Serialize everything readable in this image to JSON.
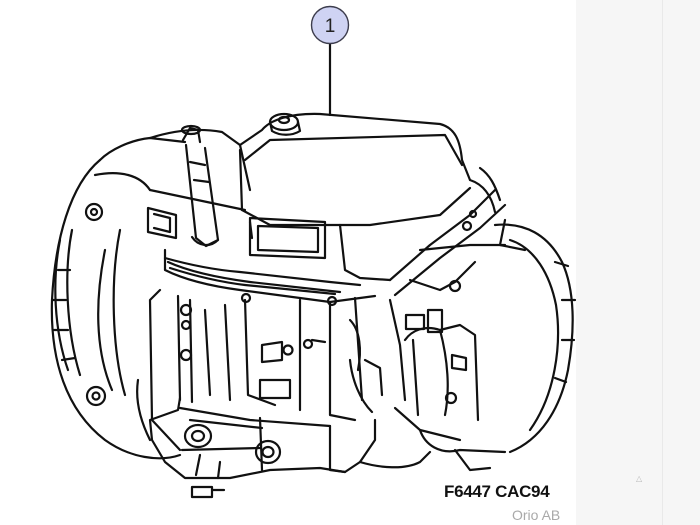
{
  "diagram": {
    "callout_number": "1",
    "figure_code": "F6447 CAC94",
    "credit": "Orio AB",
    "small_mark": "△"
  },
  "colors": {
    "line": "#111111",
    "callout_fill": "#cfd3f3",
    "callout_stroke": "#3d3d4d",
    "credit_text": "#a9a9a9",
    "side_strip": "#f6f6f6"
  }
}
